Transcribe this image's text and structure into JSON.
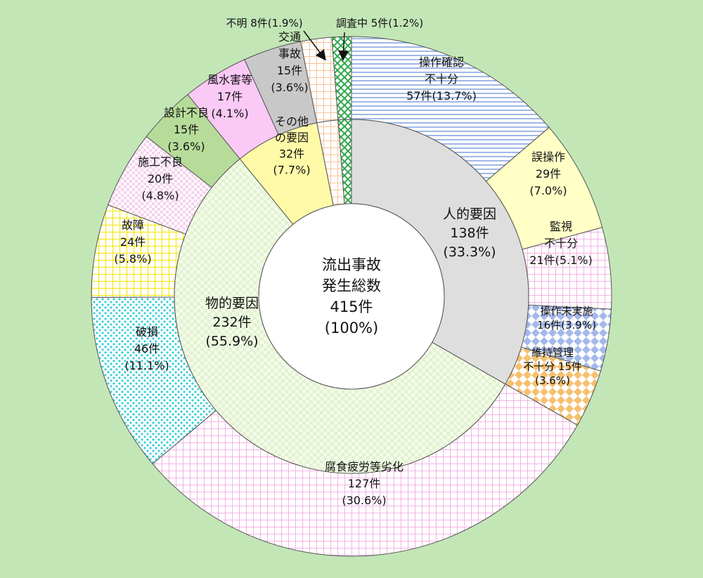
{
  "chart_data": {
    "type": "pie",
    "variant": "two-level donut",
    "total": {
      "lines": [
        "流出事故",
        "発生総数",
        "415件",
        "(100%)"
      ],
      "count": 415,
      "percent": 100
    },
    "inner_ring": [
      {
        "name": "人的要因",
        "value": 138,
        "percent": 33.3,
        "color": "#dedede",
        "lines": [
          "人的要因",
          "138件",
          "(33.3%)"
        ]
      },
      {
        "name": "物的要因",
        "value": 232,
        "percent": 55.9,
        "color": "#eef8e4",
        "lines": [
          "物的要因",
          "232件",
          "(55.9%)"
        ]
      },
      {
        "name": "その他の要因",
        "value": 32,
        "percent": 7.7,
        "color": "#fff9a6",
        "lines": [
          "その他",
          "の要因",
          "32件",
          "(7.7%)"
        ]
      },
      {
        "name": "不明",
        "value": 8,
        "percent": 1.9,
        "color": "#fde7d4",
        "lines": []
      },
      {
        "name": "調査中",
        "value": 5,
        "percent": 1.2,
        "color": "#e6f6e6",
        "lines": []
      }
    ],
    "outer_ring": [
      {
        "name": "操作確認不十分",
        "value": 57,
        "percent": 13.7,
        "parent": "人的要因",
        "color": "#bdd0ef",
        "pattern": "hlines",
        "lines": [
          "操作確認",
          "不十分",
          "57件(13.7%)"
        ]
      },
      {
        "name": "誤操作",
        "value": 29,
        "percent": 7.0,
        "parent": "人的要因",
        "color": "#ffffc6",
        "pattern": "none",
        "lines": [
          "誤操作",
          "29件",
          "(7.0%)"
        ]
      },
      {
        "name": "監視不十分",
        "value": 21,
        "percent": 5.1,
        "parent": "人的要因",
        "color": "#fbd2f3",
        "pattern": "grid",
        "lines": [
          "監視",
          "不十分",
          "21件(5.1%)"
        ]
      },
      {
        "name": "操作未実施",
        "value": 16,
        "percent": 3.9,
        "parent": "人的要因",
        "color": "#a9bdea",
        "pattern": "diamonds",
        "lines": [
          "操作未実施",
          "16件(3.9%)"
        ]
      },
      {
        "name": "維持管理不十分",
        "value": 15,
        "percent": 3.6,
        "parent": "人的要因",
        "color": "#f8c878",
        "pattern": "diamonds",
        "lines": [
          "維持管理",
          "不十分 15件",
          "(3.6%)"
        ]
      },
      {
        "name": "腐食疲労等劣化",
        "value": 127,
        "percent": 30.6,
        "parent": "物的要因",
        "color": "#f6c8ee",
        "pattern": "grid",
        "lines": [
          "腐食疲労等劣化",
          "127件",
          "(30.6%)"
        ]
      },
      {
        "name": "破損",
        "value": 46,
        "percent": 11.1,
        "parent": "物的要因",
        "color": "#a6ecef",
        "pattern": "dots",
        "lines": [
          "破損",
          "46件",
          "(11.1%)"
        ]
      },
      {
        "name": "故障",
        "value": 24,
        "percent": 5.8,
        "parent": "物的要因",
        "color": "#fff47a",
        "pattern": "grid",
        "lines": [
          "故障",
          "24件",
          "(5.8%)"
        ]
      },
      {
        "name": "施工不良",
        "value": 20,
        "percent": 4.8,
        "parent": "物的要因",
        "color": "#fbdcf2",
        "pattern": "checker",
        "lines": [
          "施工不良",
          "20件",
          "(4.8%)"
        ]
      },
      {
        "name": "設計不良",
        "value": 15,
        "percent": 3.6,
        "parent": "物的要因",
        "color": "#b7dc9a",
        "pattern": "none",
        "lines": [
          "設計不良",
          "15件",
          "(3.6%)"
        ]
      },
      {
        "name": "風水害等",
        "value": 17,
        "percent": 4.1,
        "parent": "その他の要因",
        "color": "#fbc9f6",
        "pattern": "none",
        "lines": [
          "風水害等",
          "17件",
          "(4.1%)"
        ]
      },
      {
        "name": "交通事故",
        "value": 15,
        "percent": 3.6,
        "parent": "その他の要因",
        "color": "#c8c8c8",
        "pattern": "none",
        "lines": [
          "交通",
          "事故",
          "15件",
          "(3.6%)"
        ]
      },
      {
        "name": "不明",
        "value": 8,
        "percent": 1.9,
        "parent": "不明",
        "color": "#fde7d4",
        "pattern": "grid-orange",
        "lines": []
      },
      {
        "name": "調査中",
        "value": 5,
        "percent": 1.2,
        "parent": "調査中",
        "color": "#dff4df",
        "pattern": "diamonds-green",
        "lines": []
      }
    ],
    "callouts": [
      {
        "text": "不明 8件(1.9%)",
        "target": "不明"
      },
      {
        "text": "調査中 5件(1.2%)",
        "target": "調査中"
      }
    ]
  }
}
